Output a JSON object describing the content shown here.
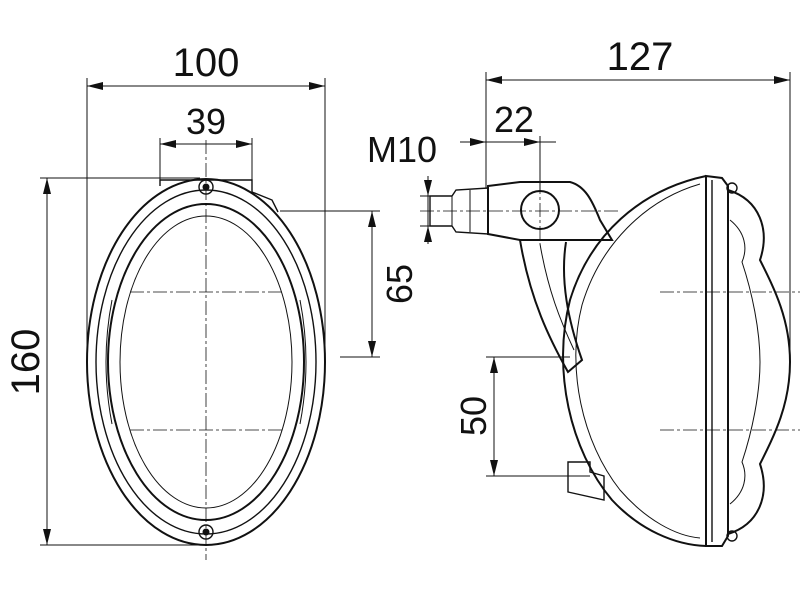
{
  "dimensions": {
    "width_front": "100",
    "bracket_width": "39",
    "height_front": "160",
    "mount_height": "65",
    "depth_total": "127",
    "bolt_offset": "22",
    "thread": "M10",
    "lower_offset": "50"
  },
  "colors": {
    "line": "#111111",
    "background": "#ffffff"
  }
}
